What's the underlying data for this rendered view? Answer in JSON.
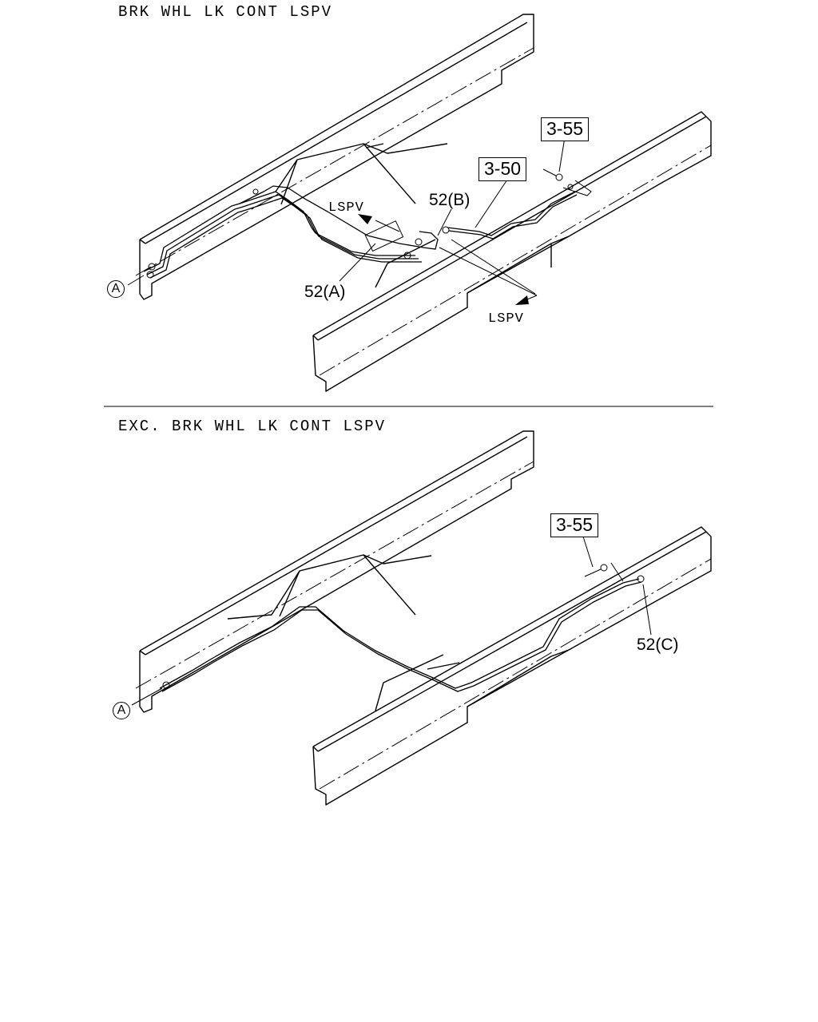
{
  "sections": [
    {
      "title": "BRK WHL LK CONT LSPV",
      "circle_ref": "A",
      "callouts": {
        "ref_3_55": "3-55",
        "ref_3_50": "3-50",
        "part_52b": "52(B)",
        "part_52a": "52(A)",
        "lspv_upper": "LSPV",
        "lspv_lower": "LSPV"
      }
    },
    {
      "title": "EXC. BRK WHL LK CONT LSPV",
      "circle_ref": "A",
      "callouts": {
        "ref_3_55": "3-55",
        "part_52c": "52(C)"
      }
    }
  ]
}
